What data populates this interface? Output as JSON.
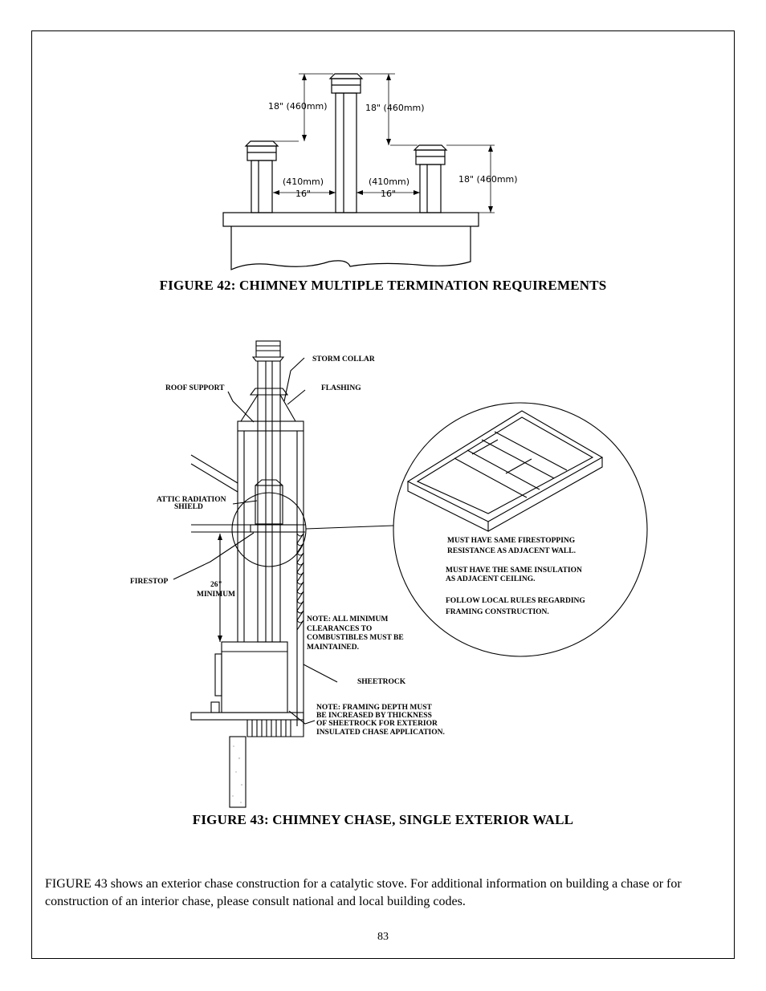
{
  "figure42": {
    "caption": "FIGURE 42:  CHIMNEY MULTIPLE TERMINATION REQUIREMENTS",
    "dims": {
      "left_height": "18\"  (460mm)",
      "center_height": "18\"  (460mm)",
      "right_height": "18\"  (460mm)",
      "left_gap_mm": "(410mm)",
      "left_gap_in": "16\"",
      "right_gap_mm": "(410mm)",
      "right_gap_in": "16\""
    }
  },
  "figure43": {
    "caption": "FIGURE 43:  CHIMNEY CHASE, SINGLE EXTERIOR WALL",
    "labels": {
      "storm_collar": "STORM COLLAR",
      "roof_support": "ROOF SUPPORT",
      "flashing": "FLASHING",
      "attic_shield_1": "ATTIC RADIATION",
      "attic_shield_2": "SHIELD",
      "firestop": "FIRESTOP",
      "min_1": "26\"",
      "min_2": "MINIMUM",
      "note1_1": "NOTE:  ALL MINIMUM",
      "note1_2": "CLEARANCES TO",
      "note1_3": "COMBUSTIBLES MUST BE",
      "note1_4": "MAINTAINED.",
      "sheetrock": "SHEETROCK",
      "note2_1": "NOTE:  FRAMING DEPTH MUST",
      "note2_2": "BE INCREASED BY THICKNESS",
      "note2_3": "OF SHEETROCK FOR EXTERIOR",
      "note2_4": "INSULATED CHASE APPLICATION.",
      "detail_1": "MUST HAVE SAME FIRESTOPPING",
      "detail_2": "RESISTANCE AS ADJACENT WALL.",
      "detail_3": "MUST HAVE THE SAME INSULATION",
      "detail_4": "AS ADJACENT CEILING.",
      "detail_5": "FOLLOW LOCAL RULES REGARDING",
      "detail_6": "FRAMING CONSTRUCTION."
    }
  },
  "body_text": "FIGURE 43 shows an exterior chase construction for a catalytic stove.  For additional information on building a chase or for construction of an interior chase, please consult national and local building codes.",
  "page_number": "83"
}
